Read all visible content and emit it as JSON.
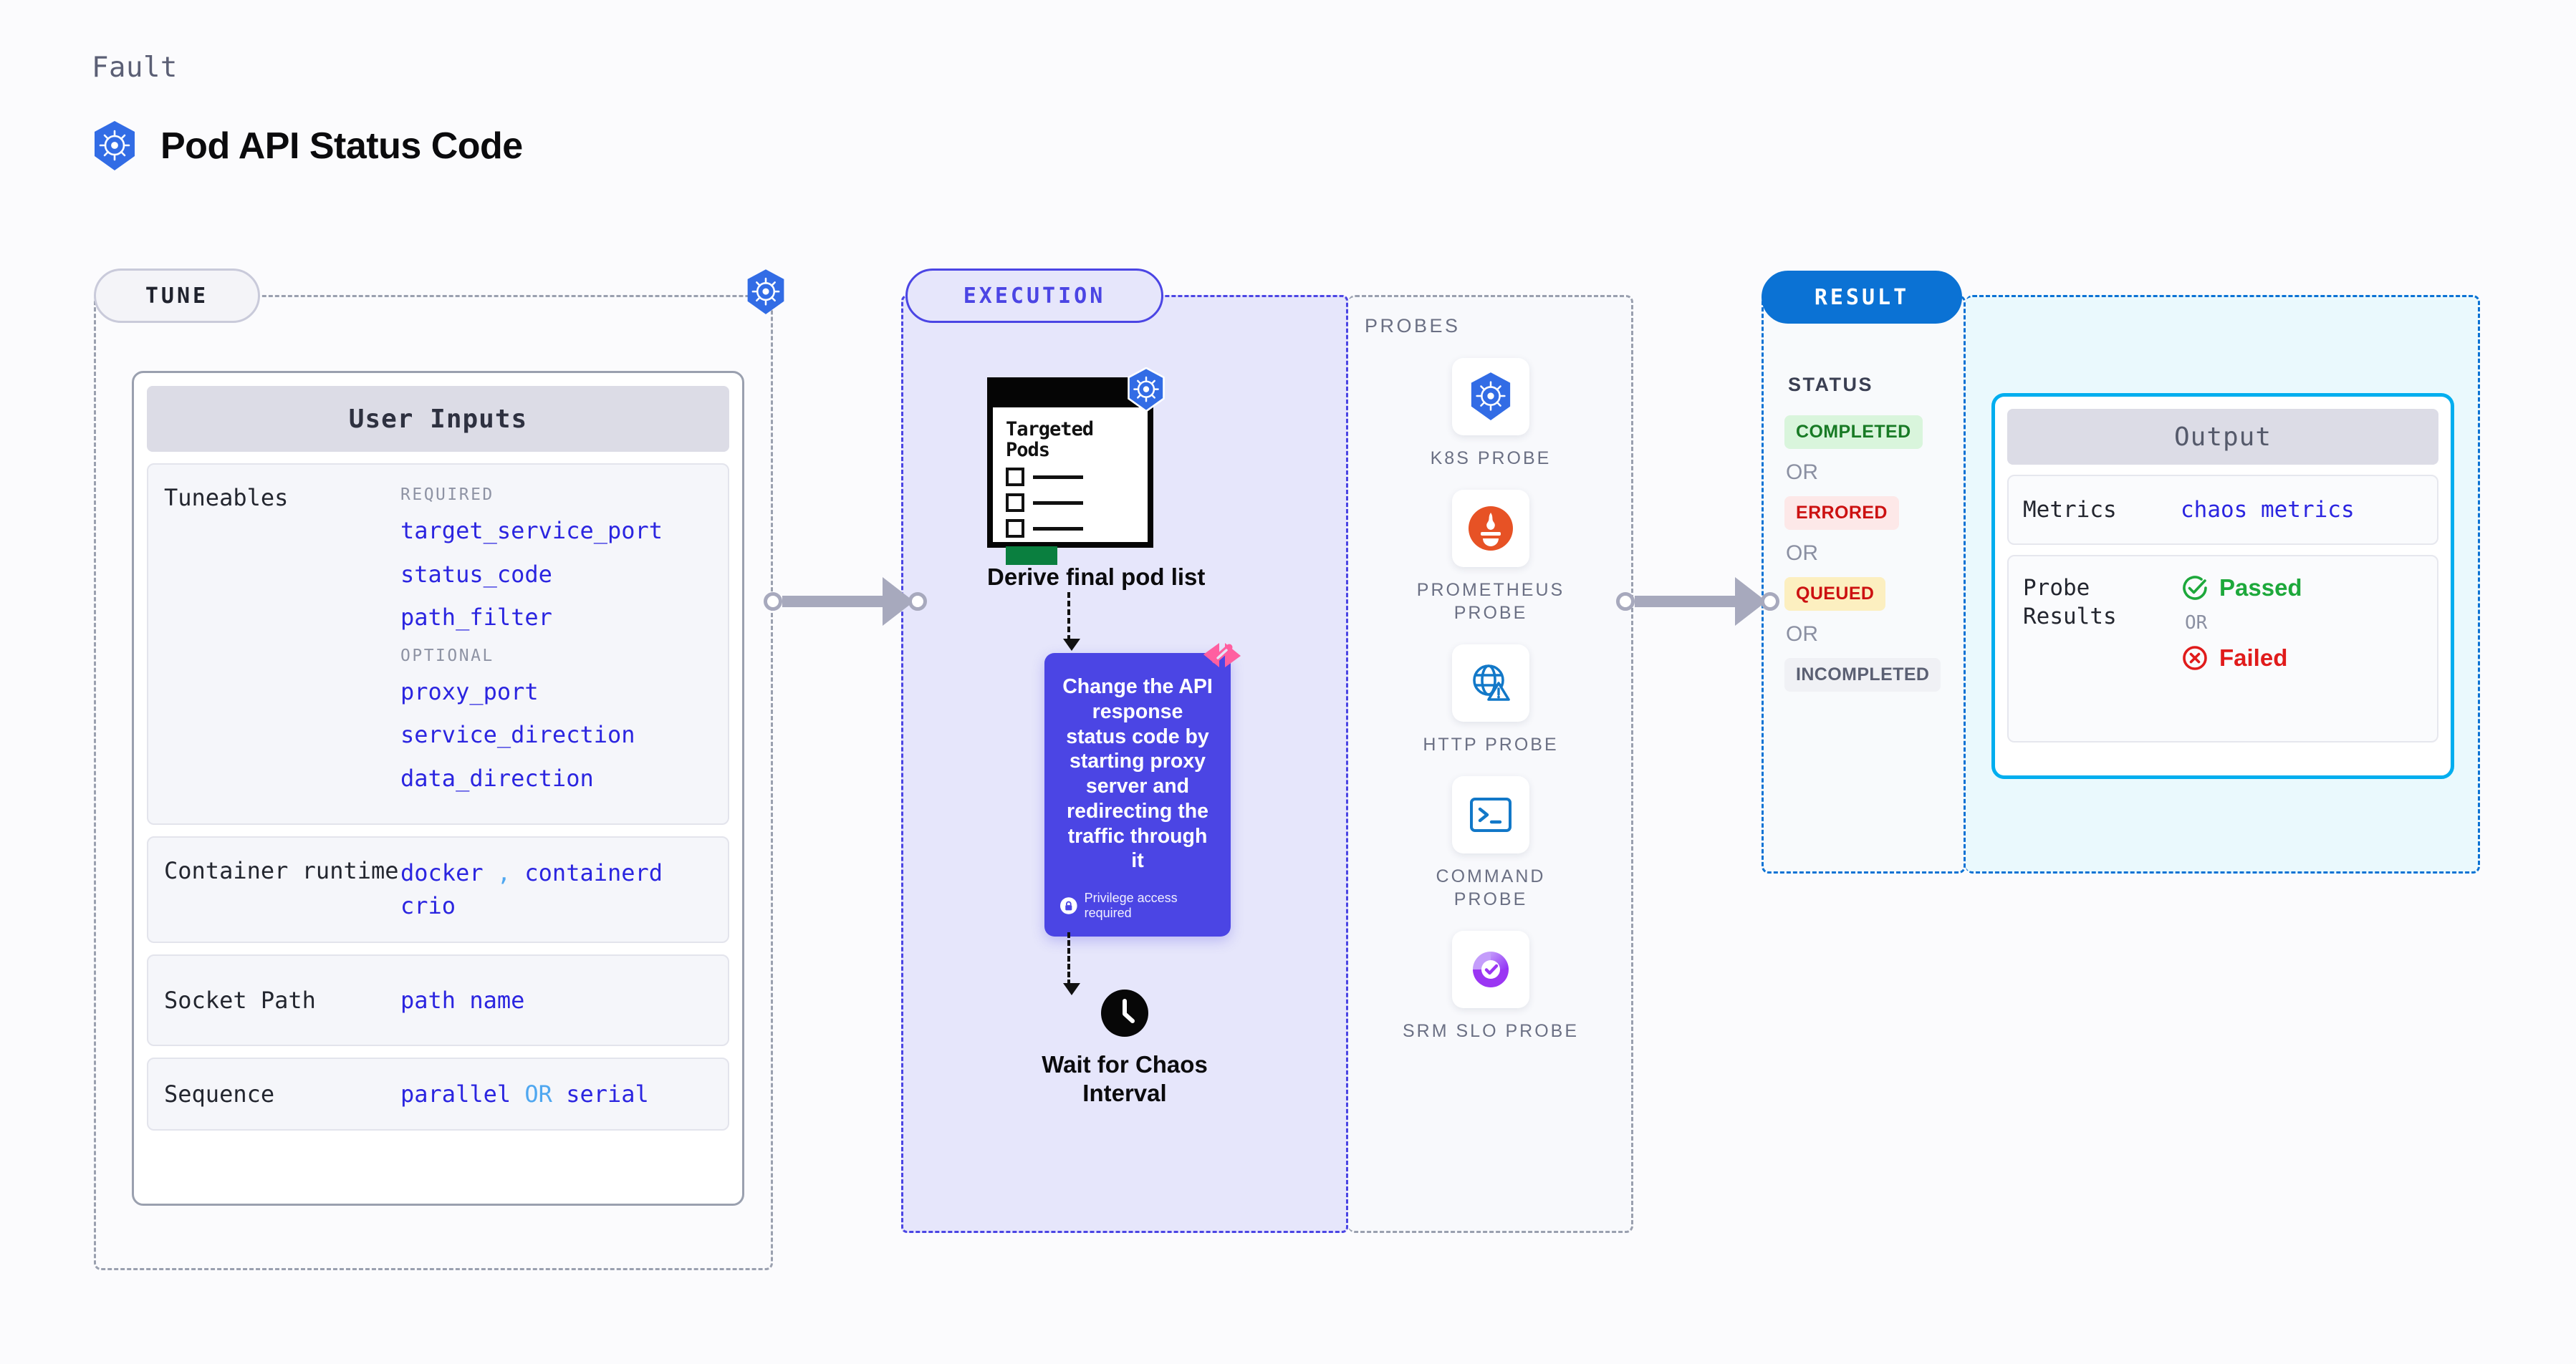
{
  "header": {
    "eyebrow": "Fault",
    "title": "Pod API Status Code",
    "icon": "kubernetes-icon"
  },
  "sections": {
    "tune": {
      "chip": "TUNE"
    },
    "execution": {
      "chip": "EXECUTION"
    },
    "result": {
      "chip": "RESULT"
    }
  },
  "tune": {
    "card_title": "User Inputs",
    "rows": [
      {
        "label": "Tuneables",
        "groups": [
          {
            "heading": "REQUIRED",
            "items": [
              "target_service_port",
              "status_code",
              "path_filter"
            ]
          },
          {
            "heading": "OPTIONAL",
            "items": [
              "proxy_port",
              "service_direction",
              "data_direction"
            ]
          }
        ]
      }
    ],
    "container_runtime": {
      "label": "Container runtime",
      "values_line1": "docker",
      "separator": ",",
      "values_line1b": "containerd",
      "values_line2": "crio"
    },
    "socket_path": {
      "label": "Socket Path",
      "value": "path name"
    },
    "sequence": {
      "label": "Sequence",
      "value_a": "parallel",
      "joiner": "OR",
      "value_b": "serial"
    }
  },
  "execution": {
    "pods_card": {
      "title_line1": "Targeted",
      "title_line2": "Pods",
      "badge_icon": "kubernetes-icon"
    },
    "step1_caption": "Derive final pod list",
    "action_card": {
      "text": "Change the API response status code by starting proxy server and redirecting the traffic through it",
      "privilege_note": "Privilege access required",
      "privilege_icon": "lock-icon",
      "corner_icon": "harness-icon",
      "color": "#4B45E4"
    },
    "step3_caption_line1": "Wait for Chaos",
    "step3_caption_line2": "Interval",
    "step3_icon": "clock-icon"
  },
  "probes": {
    "title": "PROBES",
    "items": [
      {
        "label": "K8S PROBE",
        "icon": "kubernetes-icon"
      },
      {
        "label": "PROMETHEUS PROBE",
        "icon": "prometheus-icon"
      },
      {
        "label": "HTTP PROBE",
        "icon": "globe-warning-icon"
      },
      {
        "label": "COMMAND PROBE",
        "icon": "terminal-icon"
      },
      {
        "label": "SRM SLO PROBE",
        "icon": "srm-slo-icon"
      }
    ]
  },
  "result": {
    "status_title": "STATUS",
    "or_label": "OR",
    "statuses": [
      {
        "label": "COMPLETED",
        "bg": "#D9F5DC",
        "fg": "#187A25"
      },
      {
        "label": "ERRORED",
        "bg": "#FDE8E8",
        "fg": "#CC1111"
      },
      {
        "label": "QUEUED",
        "bg": "#FCEFC0",
        "fg": "#CC1111"
      },
      {
        "label": "INCOMPLETED",
        "bg": "#F0F1F5",
        "fg": "#5B6073"
      }
    ],
    "output": {
      "title": "Output",
      "metrics": {
        "label": "Metrics",
        "value": "chaos metrics"
      },
      "probe_results": {
        "label": "Probe Results",
        "passed": "Passed",
        "failed": "Failed",
        "or_label": "OR",
        "passed_color": "#1DA83B",
        "failed_color": "#E01B1B",
        "passed_icon": "check-circle-icon",
        "failed_icon": "x-circle-icon"
      }
    }
  },
  "connectors": [
    {
      "name": "tune-to-execution"
    },
    {
      "name": "execution-to-result"
    }
  ]
}
